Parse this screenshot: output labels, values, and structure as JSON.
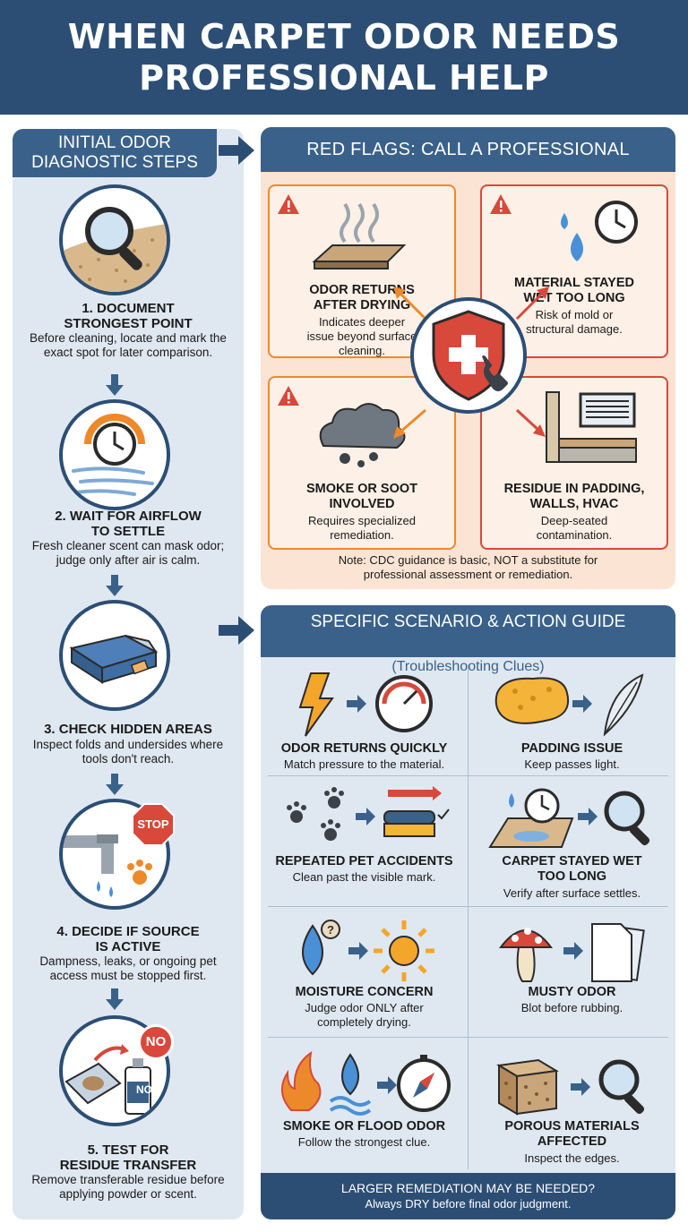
{
  "title": "WHEN CARPET ODOR NEEDS\nPROFESSIONAL HELP",
  "left": {
    "header": "INITIAL ODOR\nDIAGNOSTIC STEPS",
    "steps": [
      {
        "title": "1. DOCUMENT\nSTRONGEST POINT",
        "text": "Before cleaning, locate and mark the exact spot for later comparison."
      },
      {
        "title": "2. WAIT FOR AIRFLOW\nTO SETTLE",
        "text": "Fresh cleaner scent can mask odor; judge only after air is calm."
      },
      {
        "title": "3. CHECK HIDDEN AREAS",
        "text": "Inspect folds and undersides where tools don't reach."
      },
      {
        "title": "4. DECIDE IF SOURCE\nIS ACTIVE",
        "text": "Dampness, leaks, or ongoing pet access must be stopped first."
      },
      {
        "title": "5. TEST FOR\nRESIDUE TRANSFER",
        "text": "Remove transferable residue before applying powder or scent."
      }
    ],
    "stop_sign": "STOP",
    "no_label": "NO",
    "no_bottle": "NO"
  },
  "red_flags": {
    "header": "RED FLAGS: CALL A PROFESSIONAL",
    "cards": [
      {
        "title": "ODOR RETURNS\nAFTER DRYING",
        "text": "Indicates deeper\nissue beyond surface\ncleaning."
      },
      {
        "title": "MATERIAL STAYED\nWET TOO LONG",
        "text": "Risk of mold or\nstructural damage."
      },
      {
        "title": "SMOKE OR SOOT\nINVOLVED",
        "text": "Requires specialized\nremediation."
      },
      {
        "title": "RESIDUE IN PADDING,\nWALLS, HVAC",
        "text": "Deep-seated\ncontamination."
      }
    ],
    "note": "Note: CDC guidance is basic, NOT a substitute for\nprofessional assessment or remediation."
  },
  "scenarios": {
    "header": "SPECIFIC SCENARIO & ACTION GUIDE",
    "subheader": "(Troubleshooting Clues)",
    "items": [
      {
        "title": "ODOR RETURNS QUICKLY",
        "text": "Match pressure to the material."
      },
      {
        "title": "PADDING ISSUE",
        "text": "Keep passes light."
      },
      {
        "title": "REPEATED PET ACCIDENTS",
        "text": "Clean past the visible mark."
      },
      {
        "title": "CARPET STAYED WET\nTOO LONG",
        "text": "Verify after surface settles."
      },
      {
        "title": "MOISTURE CONCERN",
        "text": "Judge odor ONLY after\ncompletely drying."
      },
      {
        "title": "MUSTY ODOR",
        "text": "Blot before rubbing."
      },
      {
        "title": "SMOKE OR FLOOD ODOR",
        "text": "Follow the strongest clue."
      },
      {
        "title": "POROUS MATERIALS\nAFFECTED",
        "text": "Inspect the edges."
      }
    ],
    "footer_title": "LARGER REMEDIATION MAY BE NEEDED?",
    "footer_text": "Always DRY before final odor judgment."
  },
  "colors": {
    "navy": "#2c4e74",
    "header_blue": "#3a6189",
    "orange": "#ec8a2b",
    "red": "#d8483b",
    "panel_blue": "#dfe8f1",
    "panel_peach": "#fbe4d3"
  }
}
